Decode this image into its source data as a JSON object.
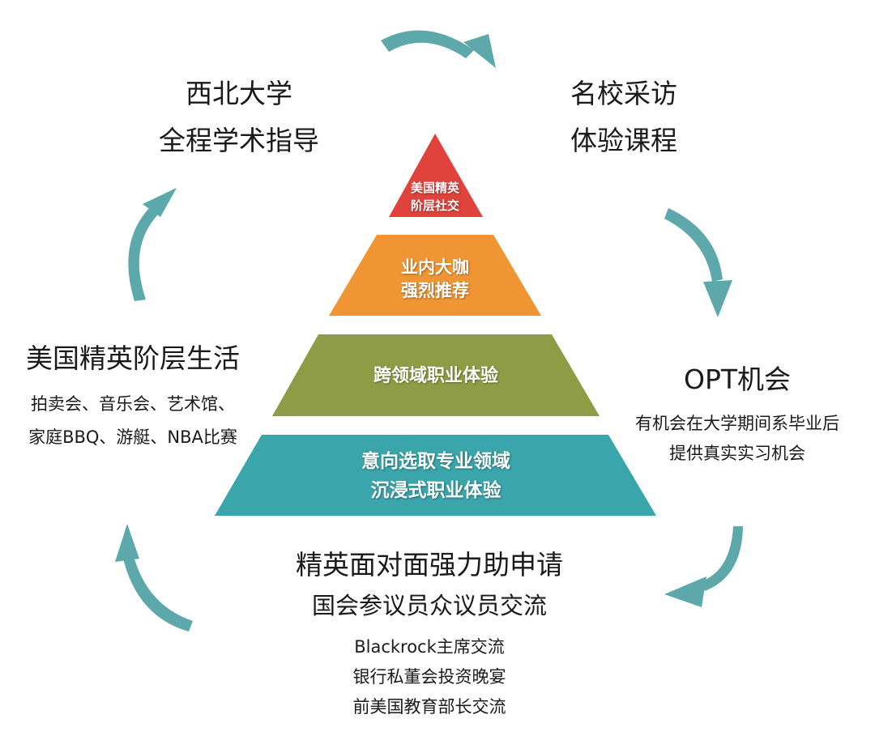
{
  "colors": {
    "arrow": "#5da8ab",
    "tier1": "#e0433b",
    "tier2": "#ef9534",
    "tier3": "#8f9c46",
    "tier4": "#3aa5aa"
  },
  "top_left": {
    "line1": "西北大学",
    "line2": "全程学术指导"
  },
  "top_right": {
    "line1": "名校采访",
    "line2": "体验课程"
  },
  "left": {
    "title": "美国精英阶层生活",
    "sub1": "拍卖会、音乐会、艺术馆、",
    "sub2": "家庭BBQ、游艇、NBA比赛"
  },
  "right": {
    "title": "OPT机会",
    "sub1": "有机会在大学期间系毕业后",
    "sub2": "提供真实实习机会"
  },
  "bottom": {
    "line1": "精英面对面强力助申请",
    "line2": "国会参议员众议员交流",
    "items": [
      "Blackrock主席交流",
      "银行私董会投资晚宴",
      "前美国教育部长交流"
    ]
  },
  "pyramid": {
    "tier1": {
      "line1": "美国精英",
      "line2": "阶层社交"
    },
    "tier2": {
      "line1": "业内大咖",
      "line2": "强烈推荐"
    },
    "tier3": {
      "line1": "跨领域职业体验"
    },
    "tier4": {
      "line1": "意向选取专业领域",
      "line2": "沉浸式职业体验"
    }
  }
}
